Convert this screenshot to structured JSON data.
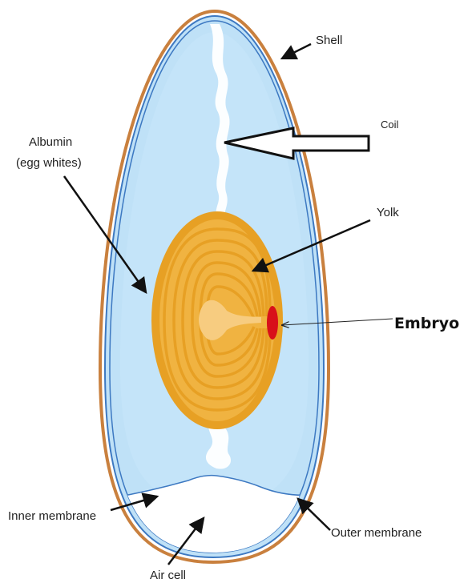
{
  "labels": {
    "shell": "Shell",
    "coil": "Coil",
    "albumin_line1": "Albumin",
    "albumin_line2": "(egg whites)",
    "yolk": "Yolk",
    "embryo": "Embryo",
    "inner_membrane": "Inner membrane",
    "outer_membrane": "Outer membrane",
    "air_cell": "Air cell"
  },
  "colors": {
    "shell": "#c9803e",
    "albumin": "#bfe1f7",
    "membrane": "#3d79c2",
    "yolk_outer": "#e7a024",
    "yolk_inner": "#f7cc80",
    "embryo": "#d8101a",
    "air_cell": "#ffffff"
  }
}
